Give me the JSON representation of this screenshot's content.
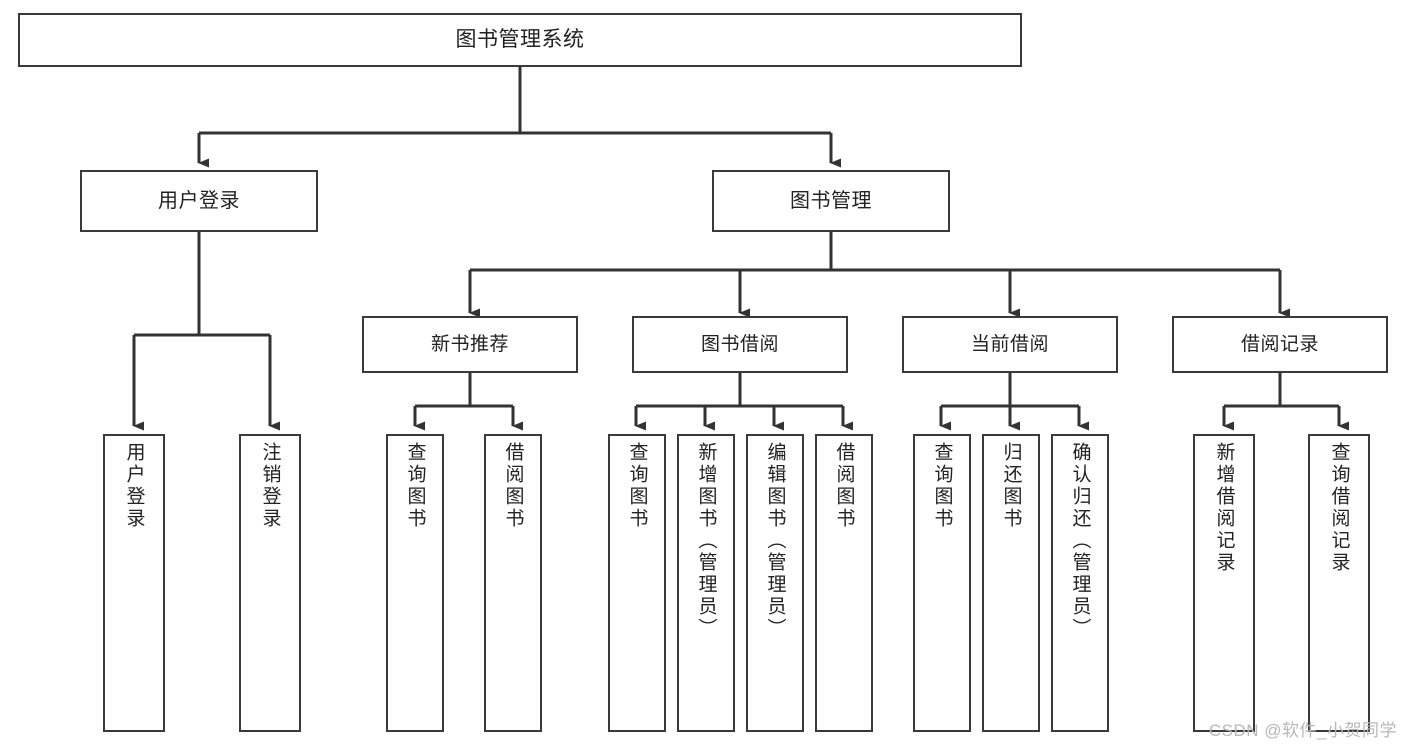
{
  "diagram": {
    "title": "图书管理系统",
    "type": "tree-hierarchy-chart",
    "watermark": "CSDN @软件_小贺同学",
    "colors": {
      "box_border": "#3a3a3a",
      "box_fill": "#ffffff",
      "edge": "#333333",
      "text": "#222222",
      "watermark": "#b8b8b8",
      "background": "#ffffff"
    }
  },
  "nodes": {
    "root": {
      "label": "图书管理系统"
    },
    "level1": [
      {
        "id": "user-login",
        "label": "用户登录"
      },
      {
        "id": "book-management",
        "label": "图书管理"
      }
    ],
    "level2": [
      {
        "id": "new-book-recommend",
        "label": "新书推荐"
      },
      {
        "id": "book-borrow",
        "label": "图书借阅"
      },
      {
        "id": "current-borrow",
        "label": "当前借阅"
      },
      {
        "id": "borrow-record",
        "label": "借阅记录"
      }
    ],
    "leaves": [
      {
        "id": "leaf-user-login",
        "label": "用户登录",
        "parent": "user-login"
      },
      {
        "id": "leaf-logout",
        "label": "注销登录",
        "parent": "user-login"
      },
      {
        "id": "leaf-query-book-1",
        "label": "查询图书",
        "parent": "new-book-recommend"
      },
      {
        "id": "leaf-borrow-book-1",
        "label": "借阅图书",
        "parent": "new-book-recommend"
      },
      {
        "id": "leaf-query-book-2",
        "label": "查询图书",
        "parent": "book-borrow"
      },
      {
        "id": "leaf-add-book",
        "label": "新增图书（管理员）",
        "parent": "book-borrow"
      },
      {
        "id": "leaf-edit-book",
        "label": "编辑图书（管理员）",
        "parent": "book-borrow"
      },
      {
        "id": "leaf-borrow-book-2",
        "label": "借阅图书",
        "parent": "book-borrow"
      },
      {
        "id": "leaf-query-book-3",
        "label": "查询图书",
        "parent": "current-borrow"
      },
      {
        "id": "leaf-return-book",
        "label": "归还图书",
        "parent": "current-borrow"
      },
      {
        "id": "leaf-confirm-return",
        "label": "确认归还（管理员）",
        "parent": "current-borrow"
      },
      {
        "id": "leaf-add-record",
        "label": "新增借阅记录",
        "parent": "borrow-record"
      },
      {
        "id": "leaf-query-record",
        "label": "查询借阅记录",
        "parent": "borrow-record"
      }
    ]
  }
}
